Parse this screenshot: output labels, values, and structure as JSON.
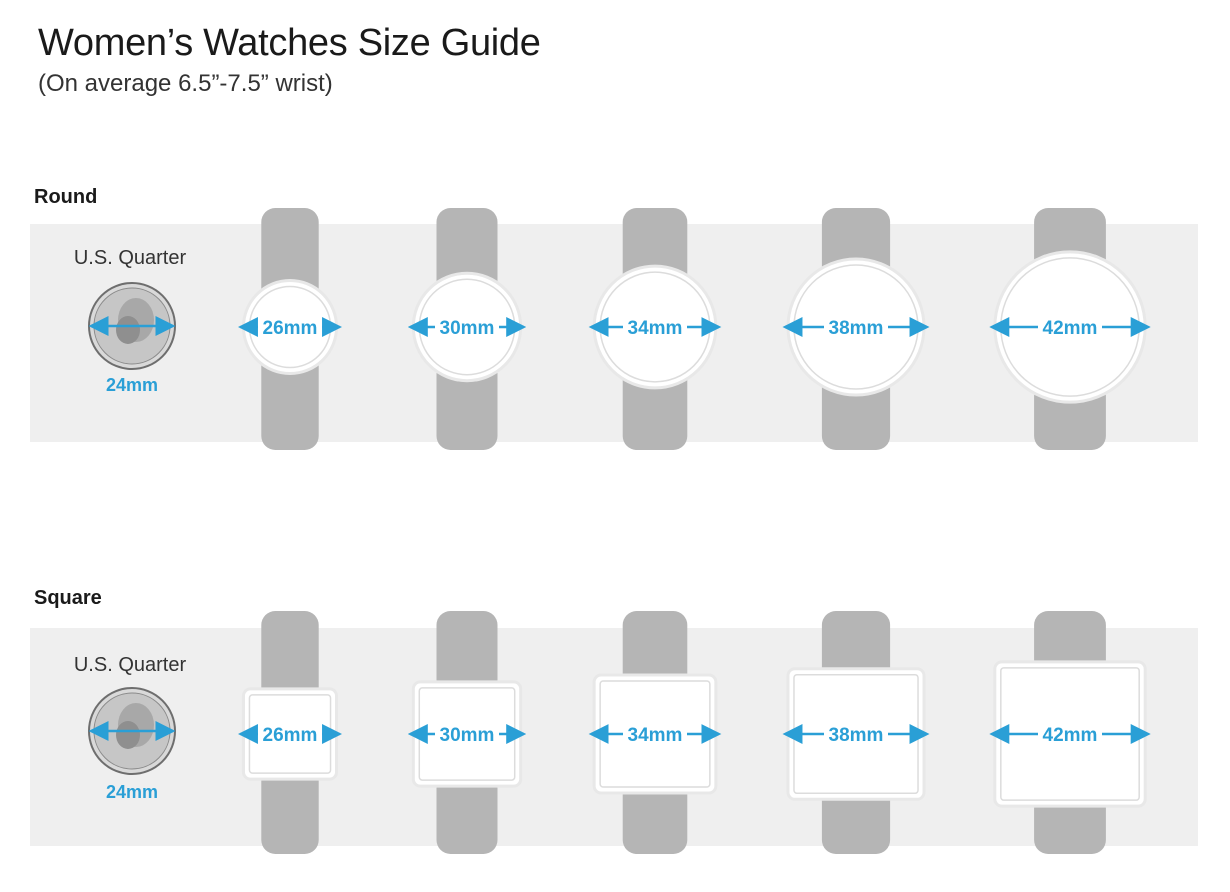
{
  "header": {
    "title": "Women’s Watches Size Guide",
    "subtitle": "(On average 6.5”-7.5” wrist)"
  },
  "colors": {
    "accent": "#2a9fd6",
    "strap": "#b5b5b5",
    "band": "#efefef",
    "face_border": "#e8e8e8"
  },
  "sections": [
    {
      "label": "Round",
      "shape": "round",
      "reference": {
        "label": "U.S. Quarter",
        "size": "24mm",
        "icon": "quarter-coin-icon"
      },
      "watches": [
        {
          "size_mm": 26,
          "label": "26mm"
        },
        {
          "size_mm": 30,
          "label": "30mm"
        },
        {
          "size_mm": 34,
          "label": "34mm"
        },
        {
          "size_mm": 38,
          "label": "38mm"
        },
        {
          "size_mm": 42,
          "label": "42mm"
        }
      ]
    },
    {
      "label": "Square",
      "shape": "square",
      "reference": {
        "label": "U.S. Quarter",
        "size": "24mm",
        "icon": "quarter-coin-icon"
      },
      "watches": [
        {
          "size_mm": 26,
          "label": "26mm"
        },
        {
          "size_mm": 30,
          "label": "30mm"
        },
        {
          "size_mm": 34,
          "label": "34mm"
        },
        {
          "size_mm": 38,
          "label": "38mm"
        },
        {
          "size_mm": 42,
          "label": "42mm"
        }
      ]
    }
  ]
}
